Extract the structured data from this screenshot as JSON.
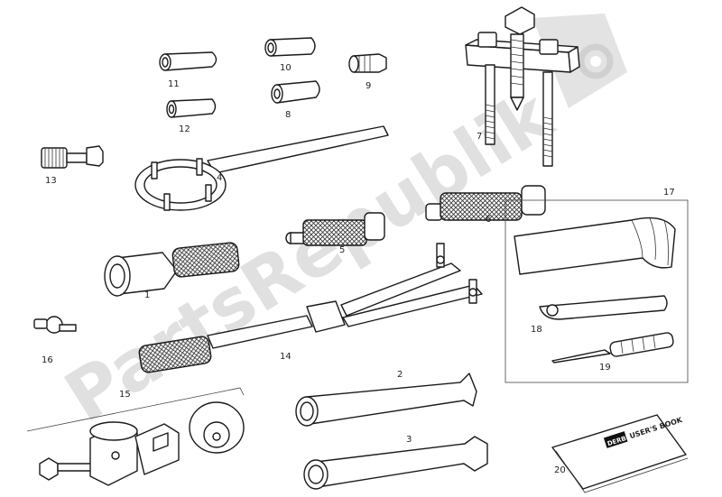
{
  "watermark": {
    "text": "PartsRepublik",
    "icon": "gear-icon"
  },
  "callouts": {
    "c1": "1",
    "c2": "2",
    "c3": "3",
    "c4": "4",
    "c5": "5",
    "c6": "6",
    "c7": "7",
    "c8": "8",
    "c9": "9",
    "c10": "10",
    "c11": "11",
    "c12": "12",
    "c13": "13",
    "c14": "14",
    "c15": "15",
    "c16": "16",
    "c17": "17",
    "c18": "18",
    "c19": "19",
    "c20": "20"
  },
  "booklet": {
    "brand": "DERBI",
    "title": "USER'S BOOK"
  }
}
